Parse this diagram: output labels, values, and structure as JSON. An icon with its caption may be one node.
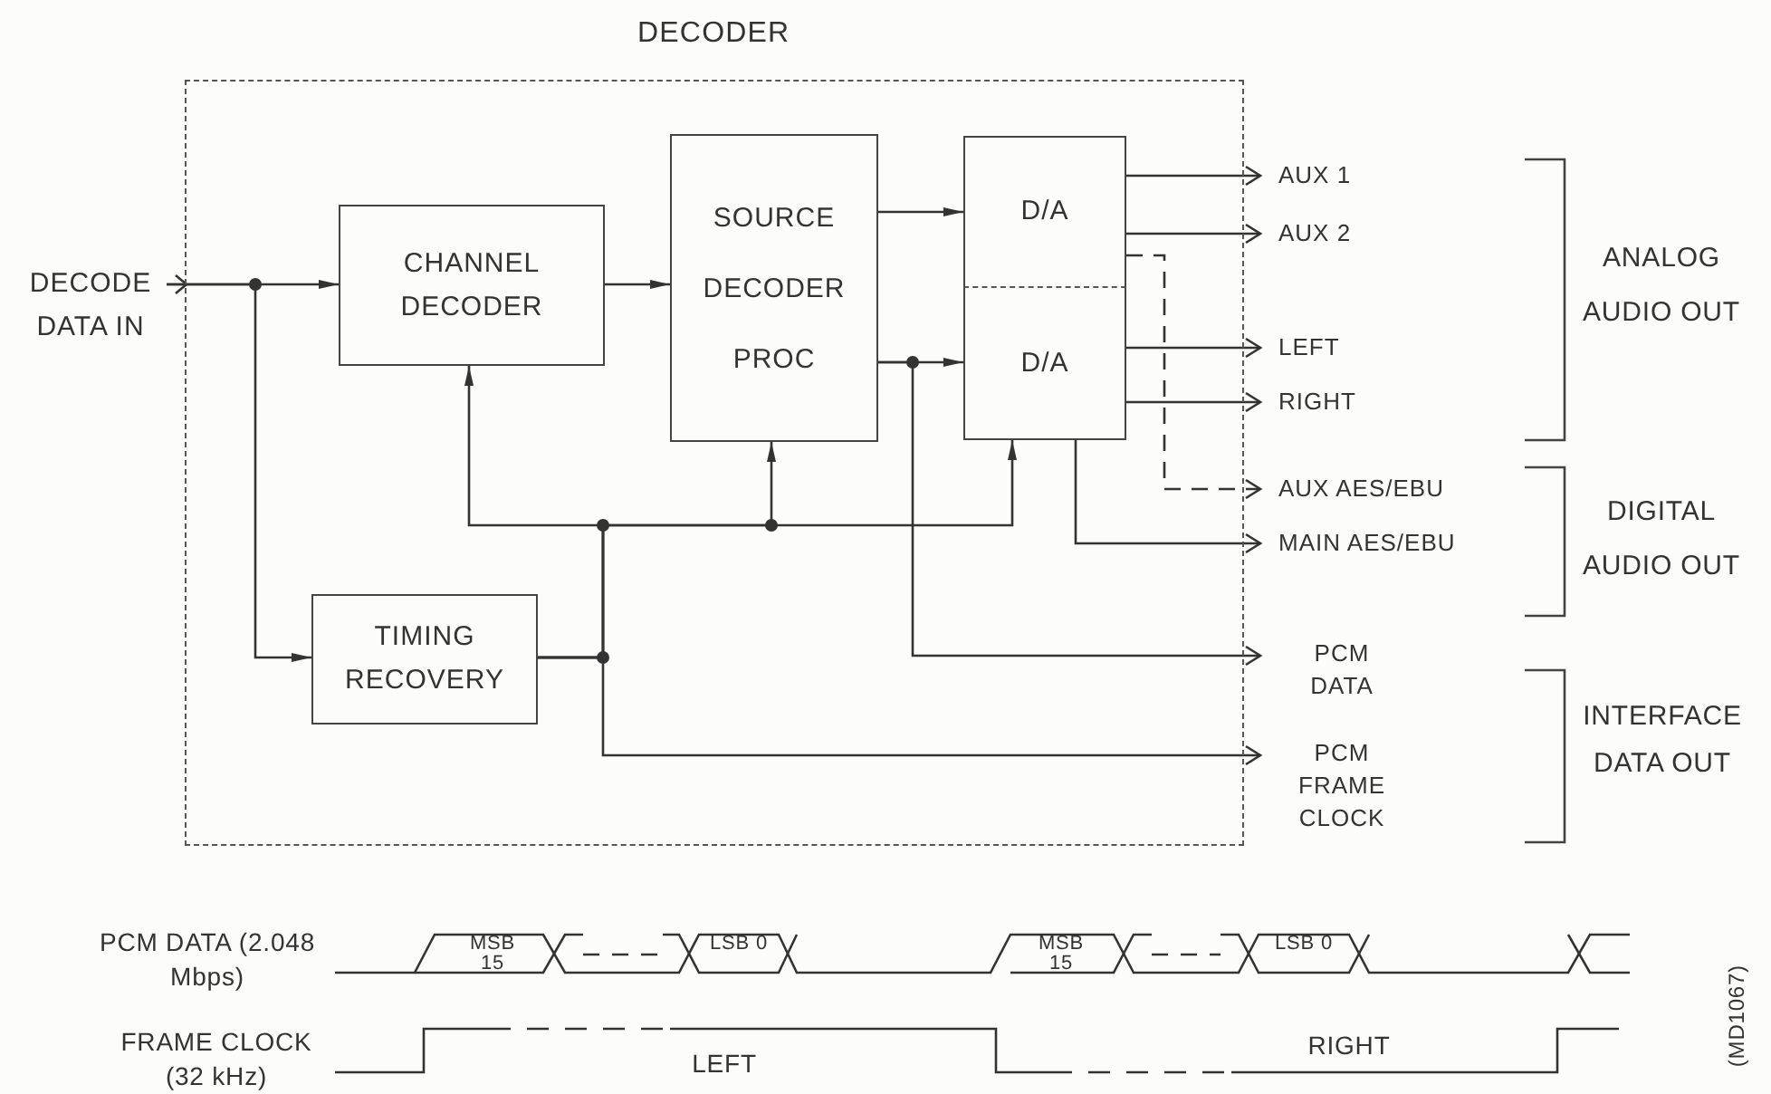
{
  "diagram": {
    "nodes": [
      {
        "text": [
          "DECODER"
        ]
      },
      {
        "text": [
          "DECODE DATA IN"
        ]
      },
      {
        "text": [
          "CHANNEL DECODER"
        ],
        "in": 0
      },
      {
        "text": [
          "SOURCE DECODER PROC"
        ],
        "in": 0
      },
      {
        "text": [
          "D/A"
        ],
        "in": 0
      },
      {
        "text": [
          "D/A"
        ],
        "in": 0
      },
      {
        "text": [
          "TIMING RECOVERY"
        ],
        "in": 0
      },
      {
        "text": [
          "AUX 1"
        ]
      },
      {
        "text": [
          "AUX 2"
        ]
      },
      {
        "text": [
          "LEFT"
        ]
      },
      {
        "text": [
          "RIGHT"
        ]
      },
      {
        "text": [
          "AUX AES/EBU"
        ]
      },
      {
        "text": [
          "MAIN AES/EBU"
        ]
      },
      {
        "text": [
          "PCM DATA"
        ]
      },
      {
        "text": [
          "PCM FRAME CLOCK"
        ]
      }
    ],
    "edges": [
      {
        "from": 1,
        "to": 2,
        "arrow": "to"
      },
      {
        "from": 1,
        "to": 6,
        "arrow": "to"
      },
      {
        "from": 2,
        "to": 3,
        "arrow": "to"
      },
      {
        "from": 3,
        "to": 4,
        "arrow": "to"
      },
      {
        "from": 3,
        "to": 5,
        "arrow": "to"
      },
      {
        "from": 4,
        "to": 7,
        "arrow": "to"
      },
      {
        "from": 4,
        "to": 8,
        "arrow": "to"
      },
      {
        "from": 5,
        "to": 9,
        "arrow": "to"
      },
      {
        "from": 5,
        "to": 10,
        "arrow": "to"
      },
      {
        "from": 4,
        "to": 11,
        "arrow": "to",
        "style": "dashed"
      },
      {
        "from": 5,
        "to": 12,
        "arrow": "to"
      },
      {
        "from": 3,
        "to": 13,
        "arrow": "to"
      },
      {
        "from": 6,
        "to": 2,
        "arrow": "to"
      },
      {
        "from": 6,
        "to": 3,
        "arrow": "to"
      },
      {
        "from": 6,
        "to": 5,
        "arrow": "to"
      },
      {
        "from": 6,
        "to": 14,
        "arrow": "to"
      }
    ],
    "labels": [
      "ANALOG AUDIO OUT",
      "DIGITAL AUDIO OUT",
      "INTERFACE DATA OUT",
      "PCM DATA (2.048 Mbps)",
      "MSB 15",
      "LSB 0",
      "MSB 15",
      "LSB 0",
      "(MD1067)",
      "FRAME CLOCK (32 kHz)",
      "LEFT",
      "RIGHT"
    ]
  }
}
